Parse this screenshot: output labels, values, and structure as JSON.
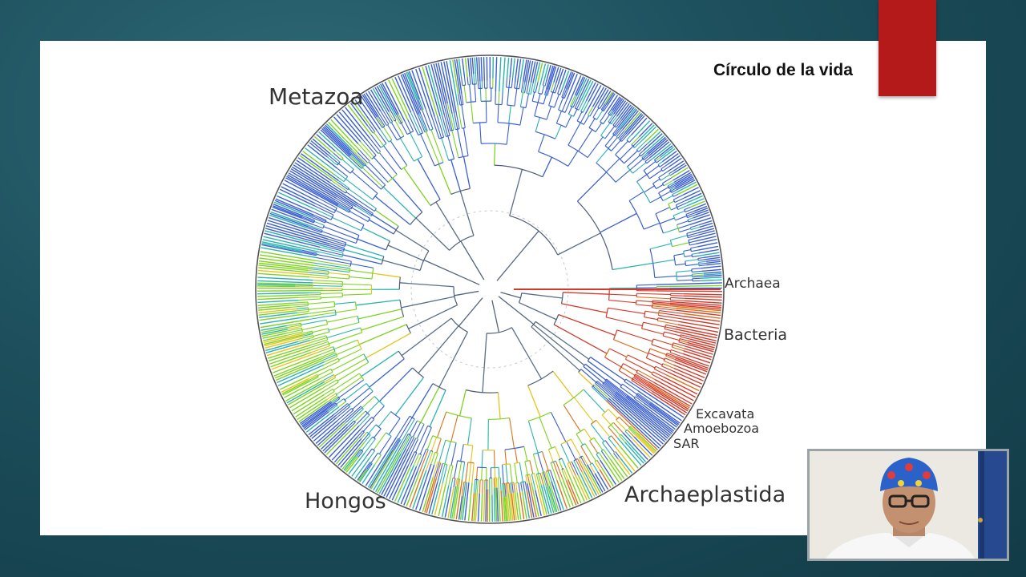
{
  "slide": {
    "title": "Círculo de la vida"
  },
  "diagram": {
    "type": "circular phylogenetic tree",
    "clade_labels": {
      "metazoa": "Metazoa",
      "archaea": "Archaea",
      "bacteria": "Bacteria",
      "excavata": "Excavata",
      "amoebozoa": "Amoebozoa",
      "sar": "SAR",
      "archaeplastida": "Archaeplastida",
      "hongos": "Hongos"
    },
    "colors": {
      "blue": "#3a5fd0",
      "teal": "#2bb3b0",
      "green": "#7ed321",
      "yellow": "#e6c419",
      "orange": "#d9721a",
      "red": "#d23a2a",
      "outline": "#4a4a4a"
    }
  },
  "webcam": {
    "label": "presenter-video"
  }
}
